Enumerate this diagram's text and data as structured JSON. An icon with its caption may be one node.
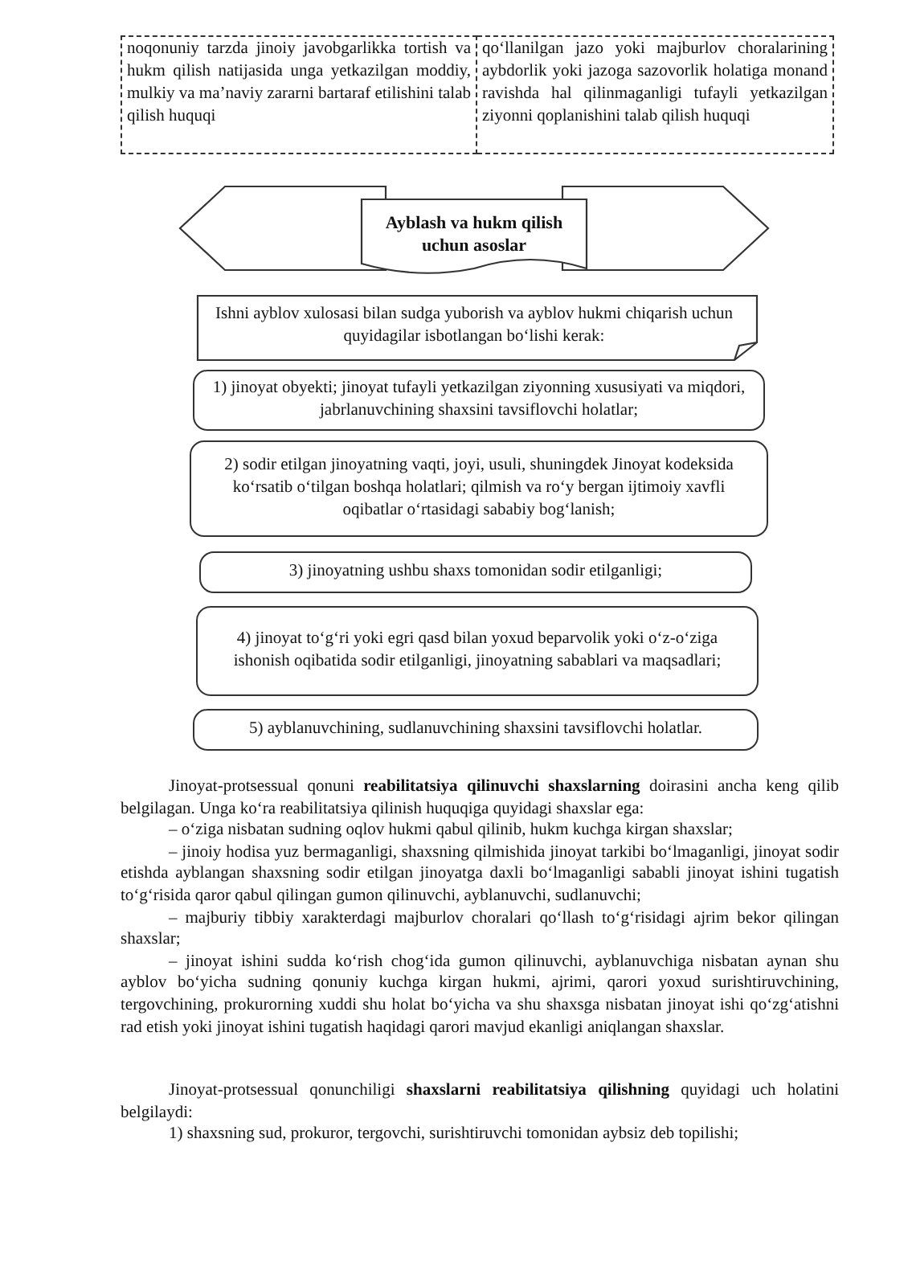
{
  "diagram": {
    "nodes": [
      {
        "text": [
          "Ayblash va hukm qilish uchun asoslar"
        ]
      },
      {
        "text": [
          "Ishni ayblov xulosasi bilan sudga yuborish va ayblov hukmi chiqarish uchun quyidagilar isbotlangan bo‘lishi kerak:"
        ]
      },
      {
        "text": [
          "1) jinoyat obyekti; jinoyat tufayli yetkazilgan ziyonning xususiyati va miqdori, jabrlanuvchining shaxsini tavsiflovchi holatlar;"
        ]
      },
      {
        "text": [
          "2) sodir etilgan jinoyatning vaqti, joyi, usuli, shuningdek Jinoyat kodeksida ko‘rsatib o‘tilgan boshqa holatlari; qilmish va ro‘y bergan ijtimoiy xavfli oqibatlar o‘rtasidagi sababiy bog‘lanish;"
        ]
      },
      {
        "text": [
          "3) jinoyatning ushbu shaxs tomonidan sodir etilganligi;"
        ]
      },
      {
        "text": [
          "4) jinoyat to‘g‘ri yoki egri qasd bilan yoxud beparvolik yoki o‘z-o‘ziga ishonish oqibatida sodir etilganligi, jinoyatning sabablari va maqsadlari;"
        ]
      },
      {
        "text": [
          "5) ayblanuvchining, sudlanuvchining shaxsini tavsiflovchi holatlar."
        ]
      }
    ],
    "labels": [
      "noqonuniy tarzda jinoiy javobgarlikka tortish va hukm qilish natijasida unga yetkazilgan moddiy, mulkiy va ma’naviy zararni bartaraf etilishini talab qilish huquqi",
      "qo‘llanilgan jazo yoki majburlov choralarining aybdorlik yoki jazoga sazovorlik holatiga monand ravishda hal qilinmaganligi tufayli yetkazilgan ziyonni qoplanishini talab qilish huquqi",
      "Jinoyat-protsessual qonuni **reabilitatsiya qilinuvchi shaxslarning** doirasini ancha keng qilib belgilagan. Unga ko‘ra reabilitatsiya qilinish huquqiga quyidagi shaxslar ega:",
      "– o‘ziga nisbatan sudning oqlov hukmi qabul qilinib, hukm kuchga kirgan shaxslar;",
      "– jinoiy hodisa yuz bermaganligi, shaxsning qilmishida jinoyat tarkibi bo‘lmaganligi, jinoyat sodir etishda ayblangan shaxsning sodir etilgan jinoyatga daxli bo‘lmaganligi sababli jinoyat ishini tugatish to‘g‘risida qaror qabul qilingan gumon qilinuvchi, ayblanuvchi, sudlanuvchi;",
      "– majburiy tibbiy xarakterdagi majburlov choralari qo‘llash to‘g‘risidagi ajrim bekor qilingan shaxslar;",
      "– jinoyat ishini sudda ko‘rish chog‘ida gumon qilinuvchi, ayblanuvchiga nisbatan aynan shu ayblov bo‘yicha sudning qonuniy kuchga kirgan hukmi, ajrimi, qarori yoxud surishtiruvchining, tergovchining, prokurorning xuddi shu holat bo‘yicha va shu shaxsga nisbatan jinoyat ishi qo‘zg‘atishni rad etish yoki jinoyat ishini tugatish haqidagi qarori mavjud ekanligi aniqlangan shaxslar.",
      "Jinoyat-protsessual qonunchiligi **shaxslarni reabilitatsiya qilishning** quyidagi uch holatini belgilaydi:",
      "1) shaxsning sud, prokuror, tergovchi, surishtiruvchi tomonidan aybsiz deb topilishi;"
    ]
  }
}
